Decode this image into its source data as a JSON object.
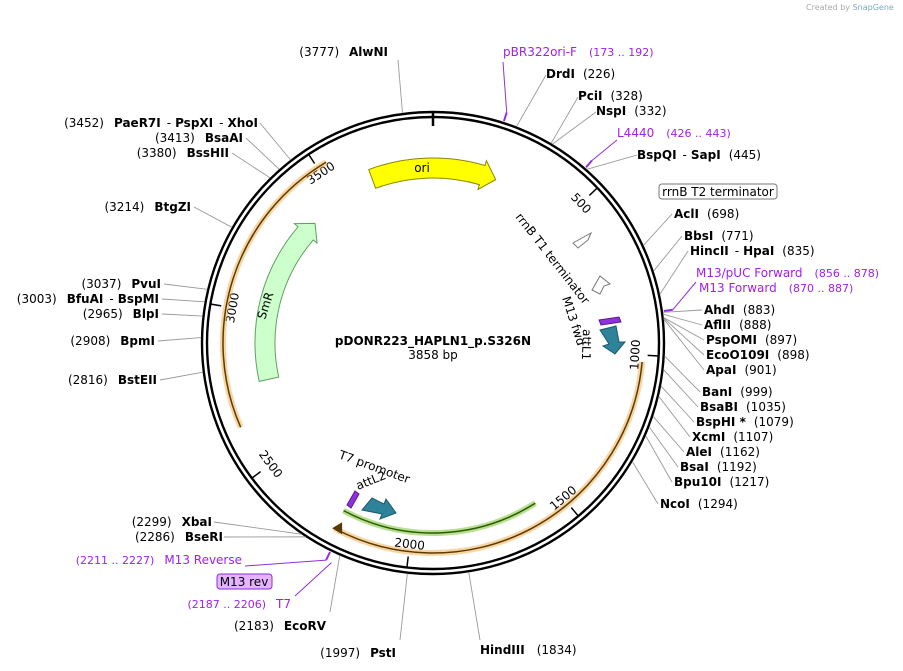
{
  "credit": {
    "text": "Created by",
    "brand": "SnapGene"
  },
  "plasmid": {
    "name": "pDONR223_HAPLN1_p.S326N",
    "size": "3858 bp",
    "length": 3858
  },
  "colors": {
    "backbone": "#000000",
    "ori": "#ffff00",
    "smr": "#ccffcc",
    "orange": "#f0a030",
    "green": "#70c020",
    "purple": "#9030e0",
    "primer_text": "#a020f0",
    "teal": "#2e8299"
  },
  "ticks": [
    {
      "bp": 500,
      "label": "500"
    },
    {
      "bp": 1000,
      "label": "1000"
    },
    {
      "bp": 1500,
      "label": "1500"
    },
    {
      "bp": 2000,
      "label": "2000"
    },
    {
      "bp": 2500,
      "label": "2500"
    },
    {
      "bp": 3000,
      "label": "3000"
    },
    {
      "bp": 3500,
      "label": "3500"
    }
  ],
  "sites": [
    {
      "id": "alwni",
      "name": "AlwNI",
      "pos": "(3777)",
      "bp": 3777
    },
    {
      "id": "drdi",
      "name": "DrdI",
      "pos": "(226)",
      "bp": 226
    },
    {
      "id": "pcii",
      "name": "PciI",
      "pos": "(328)",
      "bp": 328
    },
    {
      "id": "nspi",
      "name": "NspI",
      "pos": "(332)",
      "bp": 332
    },
    {
      "id": "bspqi",
      "name": "BspQI",
      "name2": "SapI",
      "pos": "(445)",
      "bp": 445
    },
    {
      "id": "acli",
      "name": "AclI",
      "pos": "(698)",
      "bp": 698
    },
    {
      "id": "bbsi",
      "name": "BbsI",
      "pos": "(771)",
      "bp": 771
    },
    {
      "id": "hincii",
      "name": "HincII",
      "name2": "HpaI",
      "pos": "(835)",
      "bp": 835
    },
    {
      "id": "ahdi",
      "name": "AhdI",
      "pos": "(883)",
      "bp": 883
    },
    {
      "id": "aflii",
      "name": "AflII",
      "pos": "(888)",
      "bp": 888
    },
    {
      "id": "pspomi",
      "name": "PspOMI",
      "pos": "(897)",
      "bp": 897
    },
    {
      "id": "eco0109i",
      "name": "EcoO109I",
      "pos": "(898)",
      "bp": 898
    },
    {
      "id": "apai",
      "name": "ApaI",
      "pos": "(901)",
      "bp": 901
    },
    {
      "id": "bani",
      "name": "BanI",
      "pos": "(999)",
      "bp": 999
    },
    {
      "id": "bsabi",
      "name": "BsaBI",
      "pos": "(1035)",
      "bp": 1035
    },
    {
      "id": "bsphi",
      "name": "BspHI *",
      "pos": "(1079)",
      "bp": 1079
    },
    {
      "id": "xcmi",
      "name": "XcmI",
      "pos": "(1107)",
      "bp": 1107
    },
    {
      "id": "alei",
      "name": "AleI",
      "pos": "(1162)",
      "bp": 1162
    },
    {
      "id": "bsai",
      "name": "BsaI",
      "pos": "(1192)",
      "bp": 1192
    },
    {
      "id": "bpu10i",
      "name": "Bpu10I",
      "pos": "(1217)",
      "bp": 1217
    },
    {
      "id": "ncoi",
      "name": "NcoI",
      "pos": "(1294)",
      "bp": 1294
    },
    {
      "id": "hindiii",
      "name": "HindIII",
      "pos": "(1834)",
      "bp": 1834
    },
    {
      "id": "psti",
      "name": "PstI",
      "pos": "(1997)",
      "bp": 1997
    },
    {
      "id": "ecorv",
      "name": "EcoRV",
      "pos": "(2183)",
      "bp": 2183
    },
    {
      "id": "bseri",
      "name": "BseRI",
      "pos": "(2286)",
      "bp": 2286
    },
    {
      "id": "xbai",
      "name": "XbaI",
      "pos": "(2299)",
      "bp": 2299
    },
    {
      "id": "bsteii",
      "name": "BstEII",
      "pos": "(2816)",
      "bp": 2816
    },
    {
      "id": "bpmi",
      "name": "BpmI",
      "pos": "(2908)",
      "bp": 2908
    },
    {
      "id": "blpi",
      "name": "BlpI",
      "pos": "(2965)",
      "bp": 2965
    },
    {
      "id": "bfuai",
      "name": "BfuAI",
      "name2": "BspMI",
      "pos": "(3003)",
      "bp": 3003
    },
    {
      "id": "pvui",
      "name": "PvuI",
      "pos": "(3037)",
      "bp": 3037
    },
    {
      "id": "btgzi",
      "name": "BtgZI",
      "pos": "(3214)",
      "bp": 3214
    },
    {
      "id": "bsshii",
      "name": "BssHII",
      "pos": "(3380)",
      "bp": 3380
    },
    {
      "id": "bsaai",
      "name": "BsaAI",
      "pos": "(3413)",
      "bp": 3413
    },
    {
      "id": "paer7i",
      "name": "PaeR7I",
      "name2": "PspXI",
      "name3": "XhoI",
      "pos": "(3452)",
      "bp": 3452
    }
  ],
  "primers": [
    {
      "id": "pbr322ori",
      "name": "pBR322ori-F",
      "range": "(173 .. 192)"
    },
    {
      "id": "l4440",
      "name": "L4440",
      "range": "(426 .. 443)"
    },
    {
      "id": "m13puc",
      "name": "M13/pUC Forward",
      "range": "(856 .. 878)"
    },
    {
      "id": "m13fwd",
      "name": "M13 Forward",
      "range": "(870 .. 887)"
    },
    {
      "id": "m13rev",
      "name": "M13 Reverse",
      "range": "(2211 .. 2227)"
    },
    {
      "id": "t7",
      "name": "T7",
      "range": "(2187 .. 2206)"
    }
  ],
  "features": {
    "ori": "ori",
    "smr": "SmR",
    "rrnb_t2": "rrnB T2 terminator",
    "rrnb_t1": "rrnB T1 terminator",
    "m13_fwd": "M13 fwd",
    "attl1": "attL1",
    "t7_promoter": "T7 promoter",
    "attl2": "attL2",
    "m13_rev": "M13 rev"
  }
}
